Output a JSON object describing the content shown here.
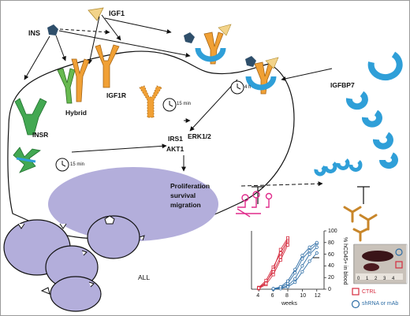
{
  "labels": {
    "igf1": "IGF1",
    "ins": "INS",
    "hybrid": "Hybrid",
    "igf1r": "IGF1R",
    "insr": "INSR",
    "igfbp7": "IGFBP7",
    "irs1": "IRS1",
    "akt1": "AKT1",
    "erk": "ERK1/2",
    "outcome_line1": "Proliferation",
    "outcome_line2": "survival",
    "outcome_line3": "migration",
    "all": "ALL",
    "timer_15_a": "15 min",
    "timer_15_b": "15 min",
    "timer_4h": "4 h"
  },
  "chart": {
    "xlabel": "weeks",
    "ylabel": "% hCD45+ in blood",
    "xticks": [
      "4",
      "6",
      "8",
      "10",
      "12"
    ],
    "yticks": [
      "0",
      "20",
      "40",
      "60",
      "80",
      "100"
    ],
    "legend_ctrl": "CTRL",
    "legend_shrna": "shRNA or mAb"
  },
  "photo_scale": "0 1 2 3 4",
  "colors": {
    "igf1": "#f2d38a",
    "ins": "#2f4f6b",
    "hybrid": "#67b94f",
    "igf1r": "#f0a035",
    "insr": "#43a852",
    "igfbp7": "#2f9fd8",
    "cell": "#b3aedb",
    "ctrl": "#d52b3e",
    "shrna": "#2e6ea6",
    "inhibitor_pink": "#e02c8c",
    "antibody_brown": "#c8862a"
  },
  "chart_data": {
    "type": "line",
    "xlabel": "weeks",
    "ylabel": "% hCD45+ in blood",
    "xlim": [
      3,
      13
    ],
    "ylim": [
      0,
      100
    ],
    "series": [
      {
        "name": "CTRL",
        "x": [
          4,
          5,
          6,
          7,
          8
        ],
        "y": [
          2,
          12,
          30,
          55,
          82
        ]
      },
      {
        "name": "CTRL",
        "x": [
          4,
          5,
          6,
          7,
          8
        ],
        "y": [
          3,
          15,
          38,
          62,
          85
        ]
      },
      {
        "name": "CTRL",
        "x": [
          4,
          5,
          6,
          7,
          8
        ],
        "y": [
          1,
          8,
          25,
          50,
          76
        ]
      },
      {
        "name": "CTRL",
        "x": [
          4,
          5,
          6,
          7,
          8
        ],
        "y": [
          2,
          10,
          34,
          68,
          88
        ]
      },
      {
        "name": "shRNA or mAb",
        "x": [
          6,
          7,
          8,
          9,
          10,
          11,
          12
        ],
        "y": [
          0,
          2,
          6,
          18,
          40,
          60,
          72
        ]
      },
      {
        "name": "shRNA or mAb",
        "x": [
          6,
          7,
          8,
          9,
          10,
          11,
          12
        ],
        "y": [
          0,
          3,
          10,
          28,
          52,
          66,
          78
        ]
      },
      {
        "name": "shRNA or mAb",
        "x": [
          6,
          7,
          8,
          9,
          10,
          11,
          12
        ],
        "y": [
          0,
          1,
          4,
          12,
          30,
          48,
          62
        ]
      },
      {
        "name": "shRNA or mAb",
        "x": [
          6,
          7,
          8,
          9,
          10,
          11,
          12
        ],
        "y": [
          1,
          4,
          14,
          34,
          58,
          72,
          80
        ]
      }
    ]
  }
}
